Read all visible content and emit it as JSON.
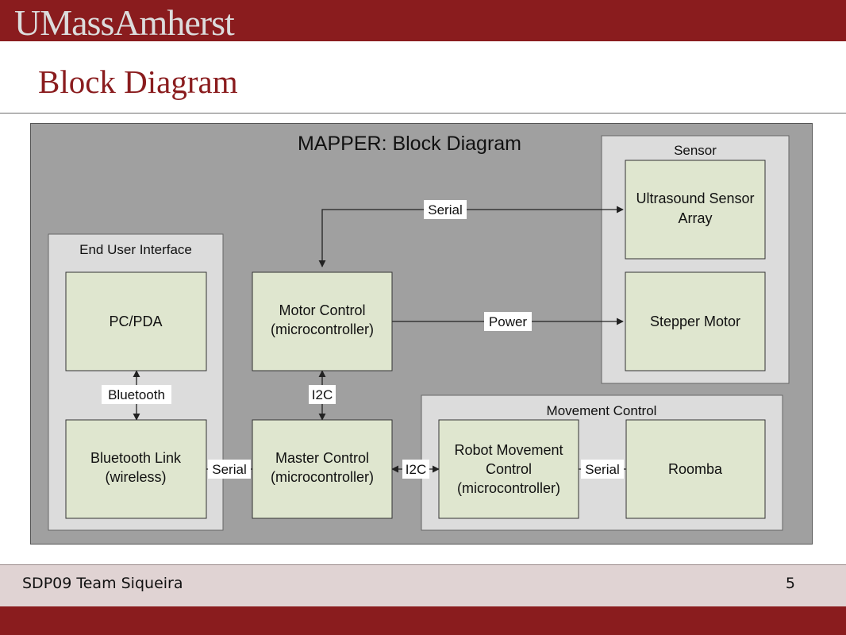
{
  "header": {
    "logo_text": "UMassAmherst",
    "slide_title": "Block Diagram"
  },
  "diagram": {
    "title": "MAPPER: Block Diagram",
    "groups": {
      "end_user": "End User Interface",
      "sensor": "Sensor",
      "movement": "Movement Control"
    },
    "blocks": {
      "pc_pda": [
        "PC/PDA"
      ],
      "bluetooth_link": [
        "Bluetooth Link",
        "(wireless)"
      ],
      "motor_control": [
        "Motor Control",
        "(microcontroller)"
      ],
      "master_control": [
        "Master Control",
        "(microcontroller)"
      ],
      "ultrasound": [
        "Ultrasound Sensor",
        "Array"
      ],
      "stepper": [
        "Stepper Motor"
      ],
      "robot_movement": [
        "Robot Movement",
        "Control",
        "(microcontroller)"
      ],
      "roomba": [
        "Roomba"
      ]
    },
    "connections": {
      "serial_top": "Serial",
      "power": "Power",
      "bluetooth": "Bluetooth",
      "i2c_vertical": "I2C",
      "serial_left": "Serial",
      "i2c_horizontal": "I2C",
      "serial_right": "Serial"
    }
  },
  "footer": {
    "team": "SDP09 Team Siqueira",
    "page": "5"
  },
  "colors": {
    "maroon": "#8a1c1e",
    "diagram_bg": "#a0a0a0",
    "group_bg": "#dcdcdc",
    "block_fill": "#dfe6cf",
    "footer_band": "#e0d3d3"
  }
}
